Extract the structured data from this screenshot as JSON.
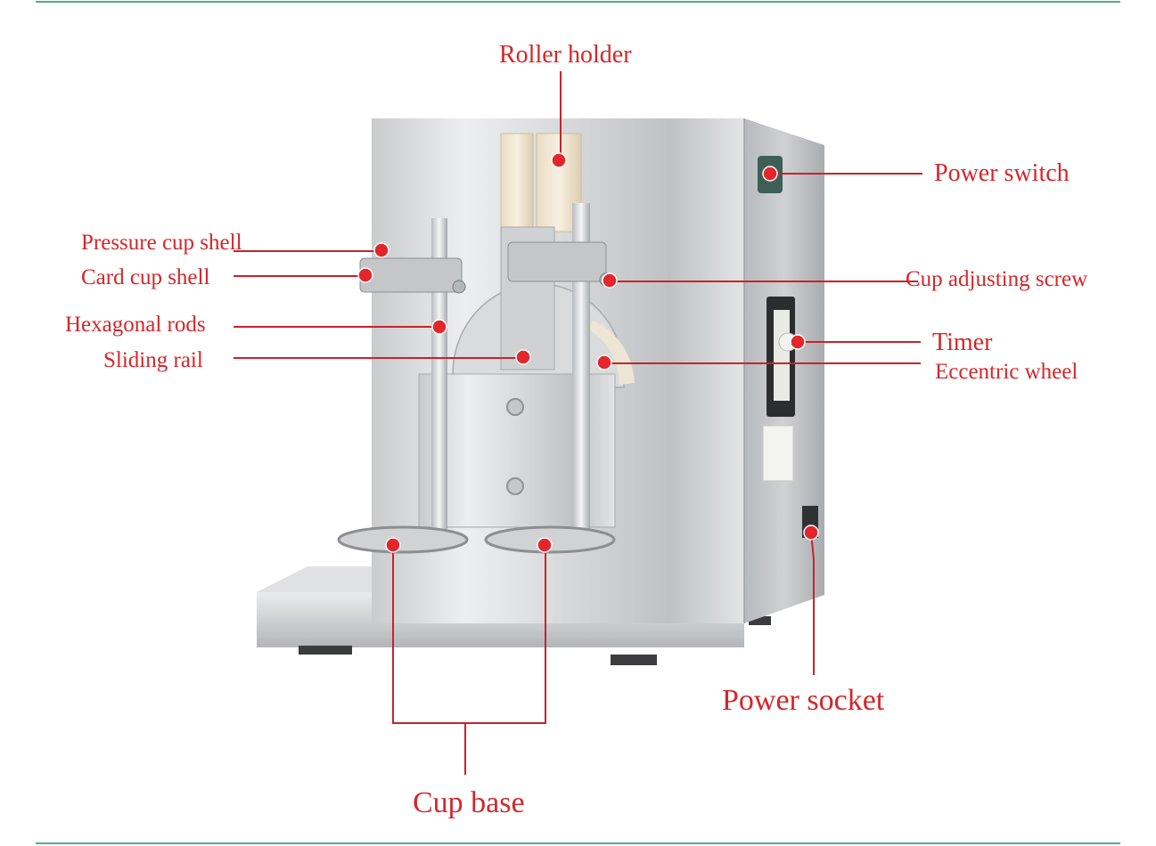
{
  "labels": {
    "roller_holder": "Roller holder",
    "power_switch": "Power switch",
    "pressure_cup_shell": "Pressure cup shell",
    "card_cup_shell": "Card cup shell",
    "cup_adjusting_screw": "Cup adjusting screw",
    "hexagonal_rods": "Hexagonal rods",
    "timer": "Timer",
    "sliding_rail": "Sliding rail",
    "eccentric_wheel": "Eccentric wheel",
    "power_socket": "Power socket",
    "cup_base": "Cup base"
  },
  "colors": {
    "label_red": "#d5262a",
    "frame_rule": "#4fae8f",
    "steel": "#d6d8da"
  },
  "icons": {
    "callout_marker": "red-dot-icon"
  }
}
